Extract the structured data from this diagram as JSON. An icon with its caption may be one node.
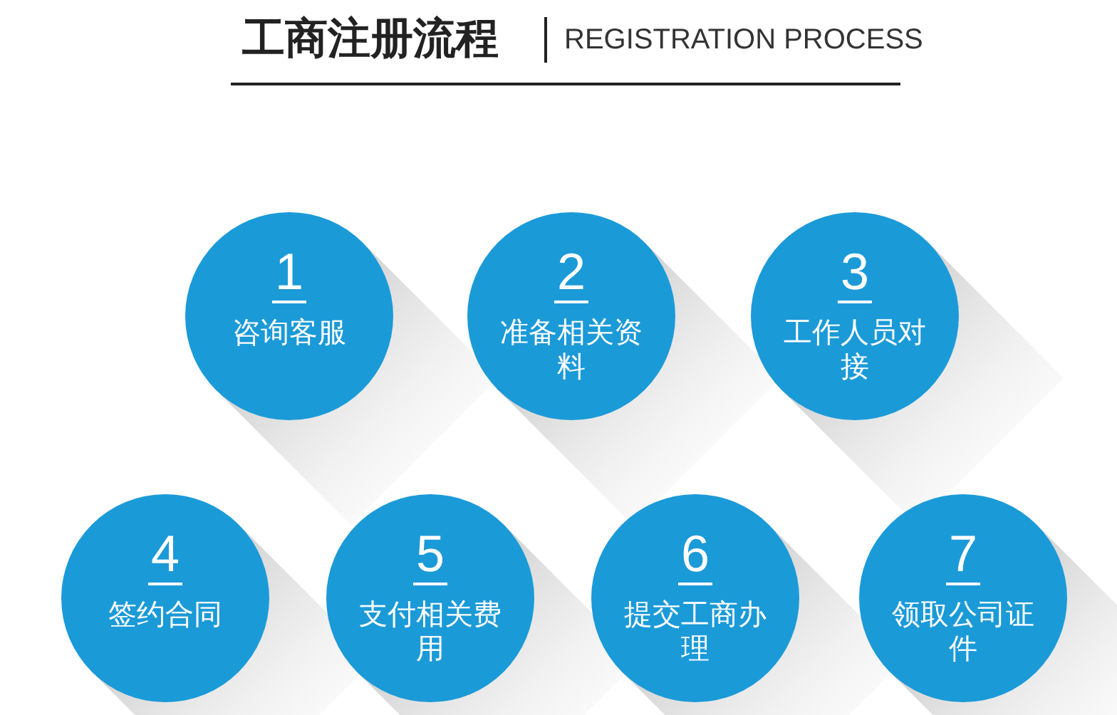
{
  "diagram": {
    "title": "工商注册流程",
    "nodes": [
      {
        "text": [
          "1",
          "咨询客服"
        ]
      },
      {
        "text": [
          "2",
          "准备相关资料"
        ]
      },
      {
        "text": [
          "3",
          "工作人员对接"
        ]
      },
      {
        "text": [
          "4",
          "签约合同"
        ]
      },
      {
        "text": [
          "5",
          "支付相关费用"
        ]
      },
      {
        "text": [
          "6",
          "提交工商办理"
        ]
      },
      {
        "text": [
          "7",
          "领取公司证件"
        ]
      }
    ],
    "edges": [],
    "labels": [
      "REGISTRATION PROCESS"
    ]
  }
}
